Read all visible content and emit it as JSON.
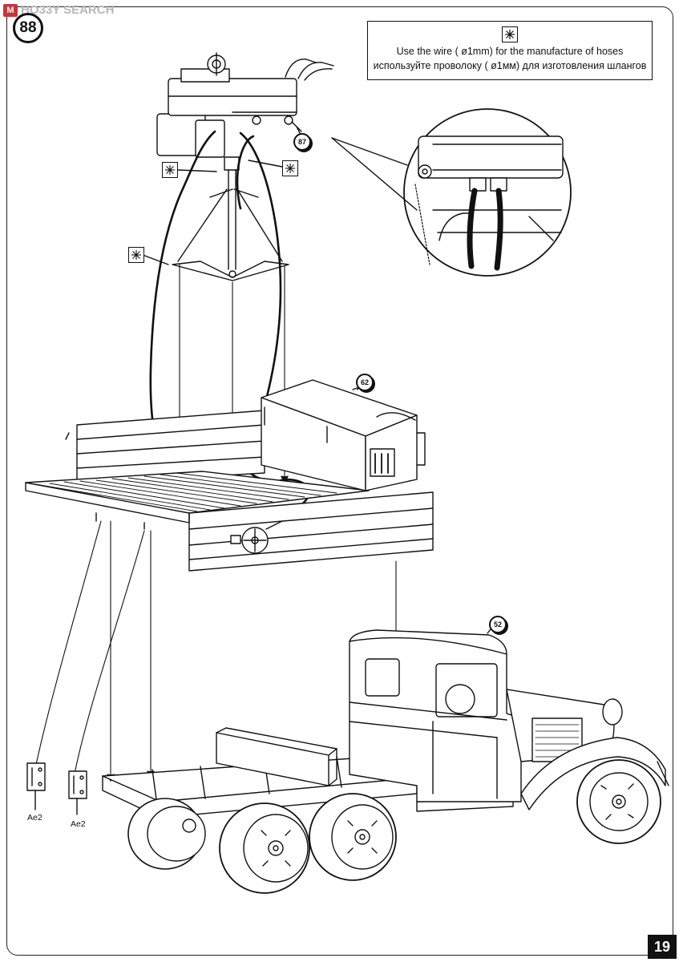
{
  "watermark": {
    "badge": "M",
    "text": "HO33Y SEARCH"
  },
  "step": {
    "number": "88"
  },
  "note": {
    "line_en": "Use the wire ( ø1mm) for the manufacture of hoses",
    "line_ru": "используйте проволоку ( ø1мм) для изготовления шлангов",
    "icon": "asterisk-icon"
  },
  "callouts": {
    "gun_part": "87",
    "box_part": "62",
    "cab_part": "52"
  },
  "part_labels": {
    "left_hinge": "Ae2",
    "right_hinge": "Ae2"
  },
  "page": {
    "number": "19"
  },
  "colors": {
    "line": "#111111",
    "paper": "#ffffff",
    "watermark": "#b7b7b7",
    "watermark_badge": "#c8353a"
  }
}
